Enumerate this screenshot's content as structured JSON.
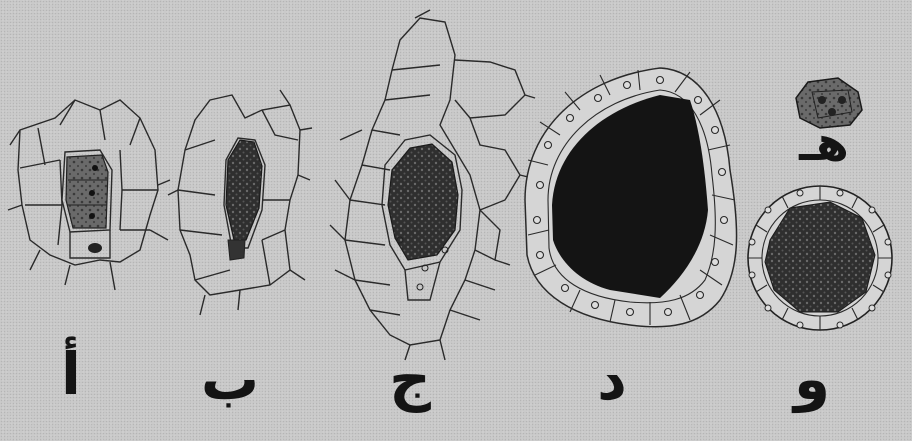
{
  "figure": {
    "labels": {
      "a": "أ",
      "b": "ب",
      "c": "ج",
      "d": "د",
      "h": "هـ",
      "w": "و"
    }
  },
  "colors": {
    "background": "#cacaca",
    "cell_outline": "#2a2a2a",
    "dark_tissue": "#2e2e2e",
    "black_mass": "#111111",
    "label": "#141414"
  }
}
